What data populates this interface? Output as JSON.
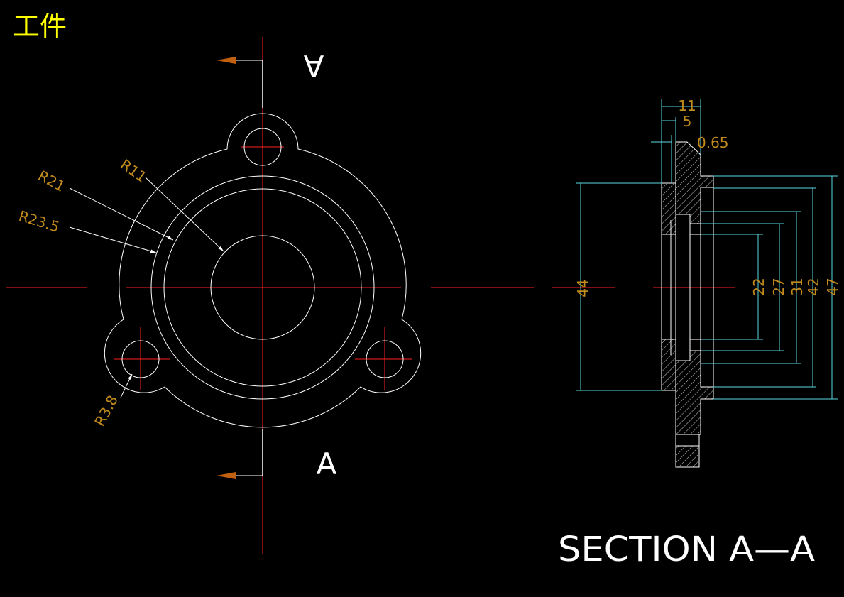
{
  "drawing": {
    "title": "工件",
    "section_label_top": "A",
    "section_label_bottom": "A",
    "section_caption": "SECTION A—A",
    "colors": {
      "background": "#000000",
      "outline": "#ffffff",
      "centerline": "#ff2020",
      "dimension_line": "#5ad8e0",
      "dimension_text": "#c08a1c",
      "title": "#ffff00",
      "arrow": "#c06010"
    },
    "radius_labels": {
      "r11": "R11",
      "r21": "R21",
      "r23_5": "R23.5",
      "r3_8": "R3.8"
    },
    "section_dims": {
      "d11": "11",
      "d5": "5",
      "d065": "0.65",
      "d44": "44",
      "d22": "22",
      "d27": "27",
      "d31": "31",
      "d42": "42",
      "d47": "47"
    }
  }
}
